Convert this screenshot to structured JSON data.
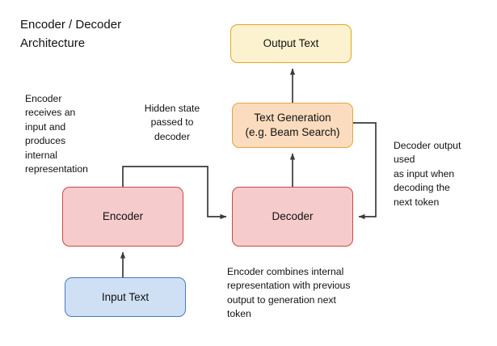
{
  "title": "Encoder / Decoder\nArchitecture",
  "colors": {
    "background": "#ffffff",
    "yellow_fill": "#fdf2cf",
    "yellow_stroke": "#e0a626",
    "orange_fill": "#fbdcbe",
    "orange_stroke": "#e8a33d",
    "red_fill": "#f5cbcb",
    "red_stroke": "#c94b45",
    "blue_fill": "#cfe0f5",
    "blue_stroke": "#4a78c2",
    "connector": "#3a3a3a",
    "text": "#111111"
  },
  "nodes": {
    "output_text": {
      "label": "Output Text"
    },
    "text_generation": {
      "label": "Text Generation\n(e.g. Beam Search)"
    },
    "decoder": {
      "label": "Decoder"
    },
    "encoder": {
      "label": "Encoder"
    },
    "input_text": {
      "label": "Input Text"
    }
  },
  "annotations": {
    "encoder_desc": "Encoder\nreceives an\ninput and\nproduces\ninternal\nrepresentation",
    "hidden_state": "Hidden state\npassed to\ndecoder",
    "decoder_feedback": "Decoder output\nused\nas input when\ndecoding the\nnext token",
    "encoder_combines": "Encoder combines internal\nrepresentation with previous\noutput to generation next\ntoken"
  },
  "edges": [
    {
      "name": "input-text-to-encoder",
      "from": "input_text",
      "to": "encoder",
      "style": "straight-up"
    },
    {
      "name": "encoder-to-decoder",
      "from": "encoder",
      "to": "decoder",
      "style": "orthogonal-up-right-down-right",
      "label_ref": "hidden_state"
    },
    {
      "name": "decoder-to-text-generation",
      "from": "decoder",
      "to": "text_generation",
      "style": "straight-up"
    },
    {
      "name": "text-generation-to-output-text",
      "from": "text_generation",
      "to": "output_text",
      "style": "straight-up"
    },
    {
      "name": "text-generation-to-decoder-feedback",
      "from": "text_generation",
      "to": "decoder",
      "style": "orthogonal-right-down-left",
      "label_ref": "decoder_feedback"
    }
  ]
}
